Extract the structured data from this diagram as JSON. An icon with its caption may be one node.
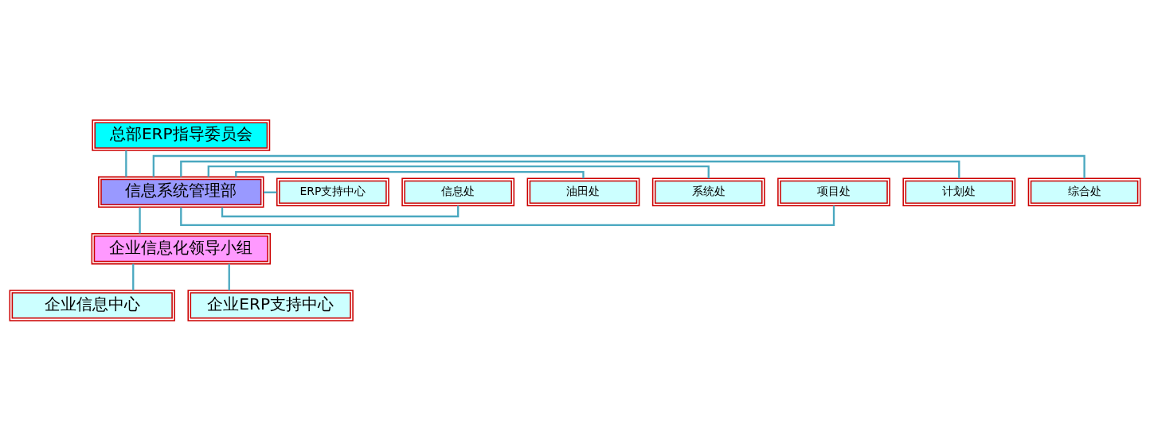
{
  "diagram": {
    "nodes": [
      {
        "text": [
          "总部ERP指导委员会"
        ]
      },
      {
        "text": [
          "信息系统管理部"
        ]
      },
      {
        "text": [
          "综合处"
        ]
      },
      {
        "text": [
          "计划处"
        ]
      },
      {
        "text": [
          "项目处"
        ]
      },
      {
        "text": [
          "系统处"
        ]
      },
      {
        "text": [
          "油田处"
        ]
      },
      {
        "text": [
          "信息处"
        ]
      },
      {
        "text": [
          "ERP支持中心"
        ]
      },
      {
        "text": [
          "企业信息化领导小组"
        ]
      },
      {
        "text": [
          "企业信息中心"
        ]
      },
      {
        "text": [
          "企业ERP支持中心"
        ]
      }
    ],
    "edges": [
      {
        "from": 0,
        "to": 1,
        "arrow": "none"
      },
      {
        "from": 1,
        "to": 2,
        "arrow": "none"
      },
      {
        "from": 1,
        "to": 3,
        "arrow": "none"
      },
      {
        "from": 1,
        "to": 4,
        "arrow": "none"
      },
      {
        "from": 1,
        "to": 5,
        "arrow": "none"
      },
      {
        "from": 1,
        "to": 6,
        "arrow": "none"
      },
      {
        "from": 1,
        "to": 7,
        "arrow": "none"
      },
      {
        "from": 1,
        "to": 8,
        "arrow": "none"
      },
      {
        "from": 1,
        "to": 9,
        "arrow": "none"
      },
      {
        "from": 9,
        "to": 10,
        "arrow": "none"
      },
      {
        "from": 9,
        "to": 11,
        "arrow": "none"
      }
    ]
  }
}
